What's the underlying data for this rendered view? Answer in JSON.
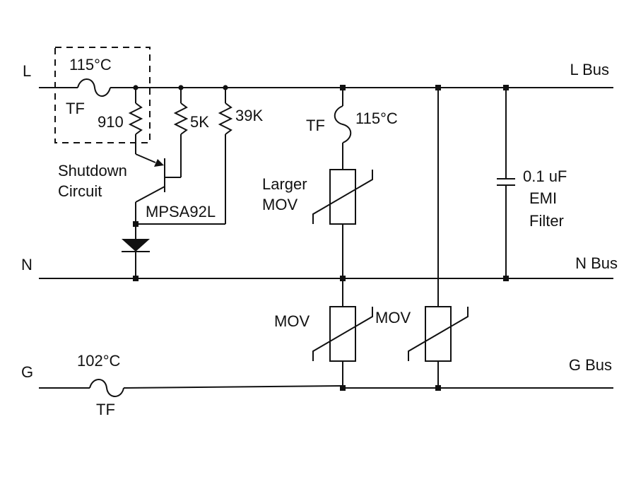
{
  "rails": {
    "line_left": "L",
    "line_right": "L Bus",
    "neutral_left": "N",
    "neutral_right": "N Bus",
    "ground_left": "G",
    "ground_right": "G Bus"
  },
  "shutdown": {
    "fuse_temp": "115°C",
    "fuse_label": "TF",
    "r1": "910",
    "r2": "5K",
    "r3": "39K",
    "circuit_line1": "Shutdown",
    "circuit_line2": "Circuit",
    "transistor": "MPSA92L"
  },
  "ln_branch": {
    "fuse_label": "TF",
    "fuse_temp": "115°C",
    "mov_line1": "Larger",
    "mov_line2": "MOV"
  },
  "emi": {
    "line1": "0.1 uF",
    "line2": "EMI",
    "line3": "Filter"
  },
  "ground_branch": {
    "mov1": "MOV",
    "mov2": "MOV",
    "fuse_temp": "102°C",
    "fuse_label": "TF"
  },
  "colors": {
    "ink": "#111111",
    "background": "#ffffff"
  }
}
